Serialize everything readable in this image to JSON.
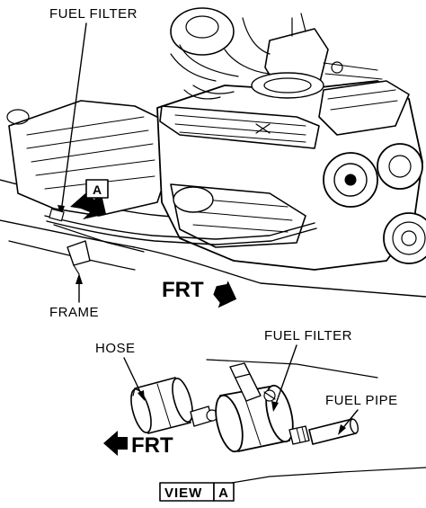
{
  "labels": {
    "fuel_filter_top": "FUEL FILTER",
    "frame": "FRAME",
    "frt_top": "FRT",
    "hose": "HOSE",
    "fuel_filter_detail": "FUEL FILTER",
    "fuel_pipe": "FUEL PIPE",
    "frt_bottom": "FRT",
    "view_word": "VIEW",
    "view_letter": "A",
    "callout_letter": "A"
  },
  "colors": {
    "ink": "#000000",
    "paper": "#ffffff"
  }
}
